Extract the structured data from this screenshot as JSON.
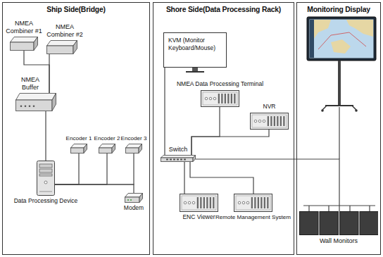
{
  "diagram": {
    "nodes": [
      {
        "text": [
          "Ship Side(Bridge)"
        ]
      },
      {
        "text": [
          "NMEA Combiner #1"
        ],
        "in": 0
      },
      {
        "text": [
          "NMEA Combiner #2"
        ],
        "in": 0
      },
      {
        "text": [
          "NMEA Buffer"
        ],
        "in": 0
      },
      {
        "text": [
          "Encoder 1"
        ],
        "in": 0
      },
      {
        "text": [
          "Encoder 2"
        ],
        "in": 0
      },
      {
        "text": [
          "Encoder 3"
        ],
        "in": 0
      },
      {
        "text": [
          "Data Processing Device"
        ],
        "in": 0
      },
      {
        "text": [
          "Modem"
        ],
        "in": 0
      },
      {
        "text": [
          "Shore Side(Data Processing Rack)"
        ]
      },
      {
        "text": [
          "KVM (Monitor Keyboard/Mouse)"
        ],
        "in": 9
      },
      {
        "text": [
          "NMEA Data Processing Terminal"
        ],
        "in": 9
      },
      {
        "text": [
          "NVR"
        ],
        "in": 9
      },
      {
        "text": [
          "Switch"
        ],
        "in": 9
      },
      {
        "text": [
          "ENC Viewer"
        ],
        "in": 9
      },
      {
        "text": [
          "Remote Management System"
        ],
        "in": 9
      },
      {
        "text": [
          "Monitoring Display"
        ]
      },
      {
        "text": [
          "Wall Monitors"
        ],
        "in": 16
      }
    ],
    "edges": [
      {
        "from": 1,
        "to": 3,
        "arrow": "none"
      },
      {
        "from": 2,
        "to": 3,
        "arrow": "none"
      },
      {
        "from": 3,
        "to": 7,
        "arrow": "none"
      },
      {
        "from": 7,
        "to": 4,
        "arrow": "none"
      },
      {
        "from": 7,
        "to": 5,
        "arrow": "none"
      },
      {
        "from": 7,
        "to": 6,
        "arrow": "none"
      },
      {
        "from": 7,
        "to": 8,
        "arrow": "none"
      },
      {
        "from": 13,
        "to": 10,
        "arrow": "none"
      },
      {
        "from": 13,
        "to": 11,
        "arrow": "none"
      },
      {
        "from": 13,
        "to": 12,
        "arrow": "none"
      },
      {
        "from": 13,
        "to": 14,
        "arrow": "none"
      },
      {
        "from": 13,
        "to": 15,
        "arrow": "none"
      },
      {
        "from": 13,
        "to": 17,
        "arrow": "none"
      }
    ]
  }
}
